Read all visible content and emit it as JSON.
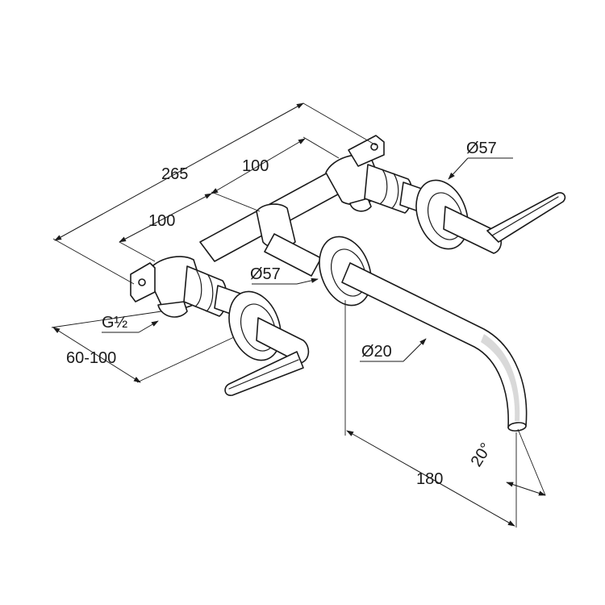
{
  "dimensions": {
    "overall_width": "265",
    "spacing_right": "100",
    "spacing_left": "100",
    "rosette_right": "Ø57",
    "rosette_spout": "Ø57",
    "thread": "G½",
    "wall_depth": "60-100",
    "spout_diameter": "Ø20",
    "spout_projection": "180",
    "spout_angle": "20°"
  },
  "colors": {
    "line": "#1a1a1a",
    "shade": "#d9d9d9",
    "background": "#ffffff"
  }
}
